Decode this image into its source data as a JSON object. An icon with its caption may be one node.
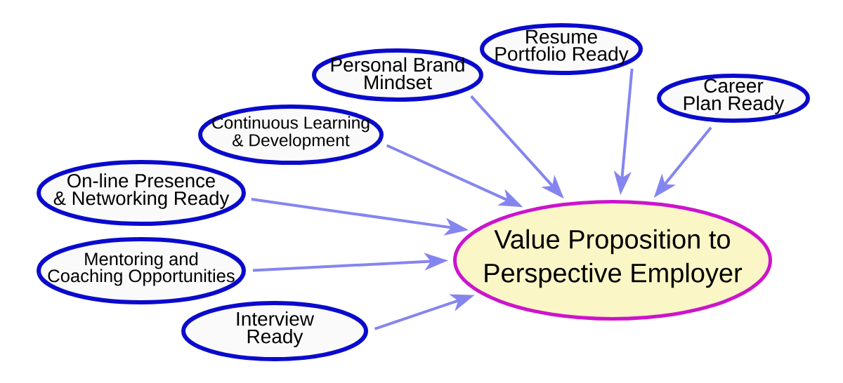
{
  "diagram": {
    "nodes": [
      {
        "text": [
          "Resume Portfolio Ready"
        ]
      },
      {
        "text": [
          "Personal Brand Mindset"
        ]
      },
      {
        "text": [
          "Career Plan Ready"
        ]
      },
      {
        "text": [
          "Continuous Learning & Development"
        ]
      },
      {
        "text": [
          "On-line Presence & Networking Ready"
        ]
      },
      {
        "text": [
          "Mentoring and Coaching Opportunities"
        ]
      },
      {
        "text": [
          "Value Proposition to Perspective Employer"
        ]
      },
      {
        "text": [
          "Interview Ready"
        ]
      }
    ],
    "edges": [
      {
        "from": 0,
        "to": 6,
        "arrow": "to"
      },
      {
        "from": 1,
        "to": 6,
        "arrow": "to"
      },
      {
        "from": 2,
        "to": 6,
        "arrow": "to"
      },
      {
        "from": 3,
        "to": 6,
        "arrow": "to"
      },
      {
        "from": 4,
        "to": 6,
        "arrow": "to"
      },
      {
        "from": 5,
        "to": 6,
        "arrow": "to"
      },
      {
        "from": 7,
        "to": 6,
        "arrow": "to"
      }
    ]
  }
}
